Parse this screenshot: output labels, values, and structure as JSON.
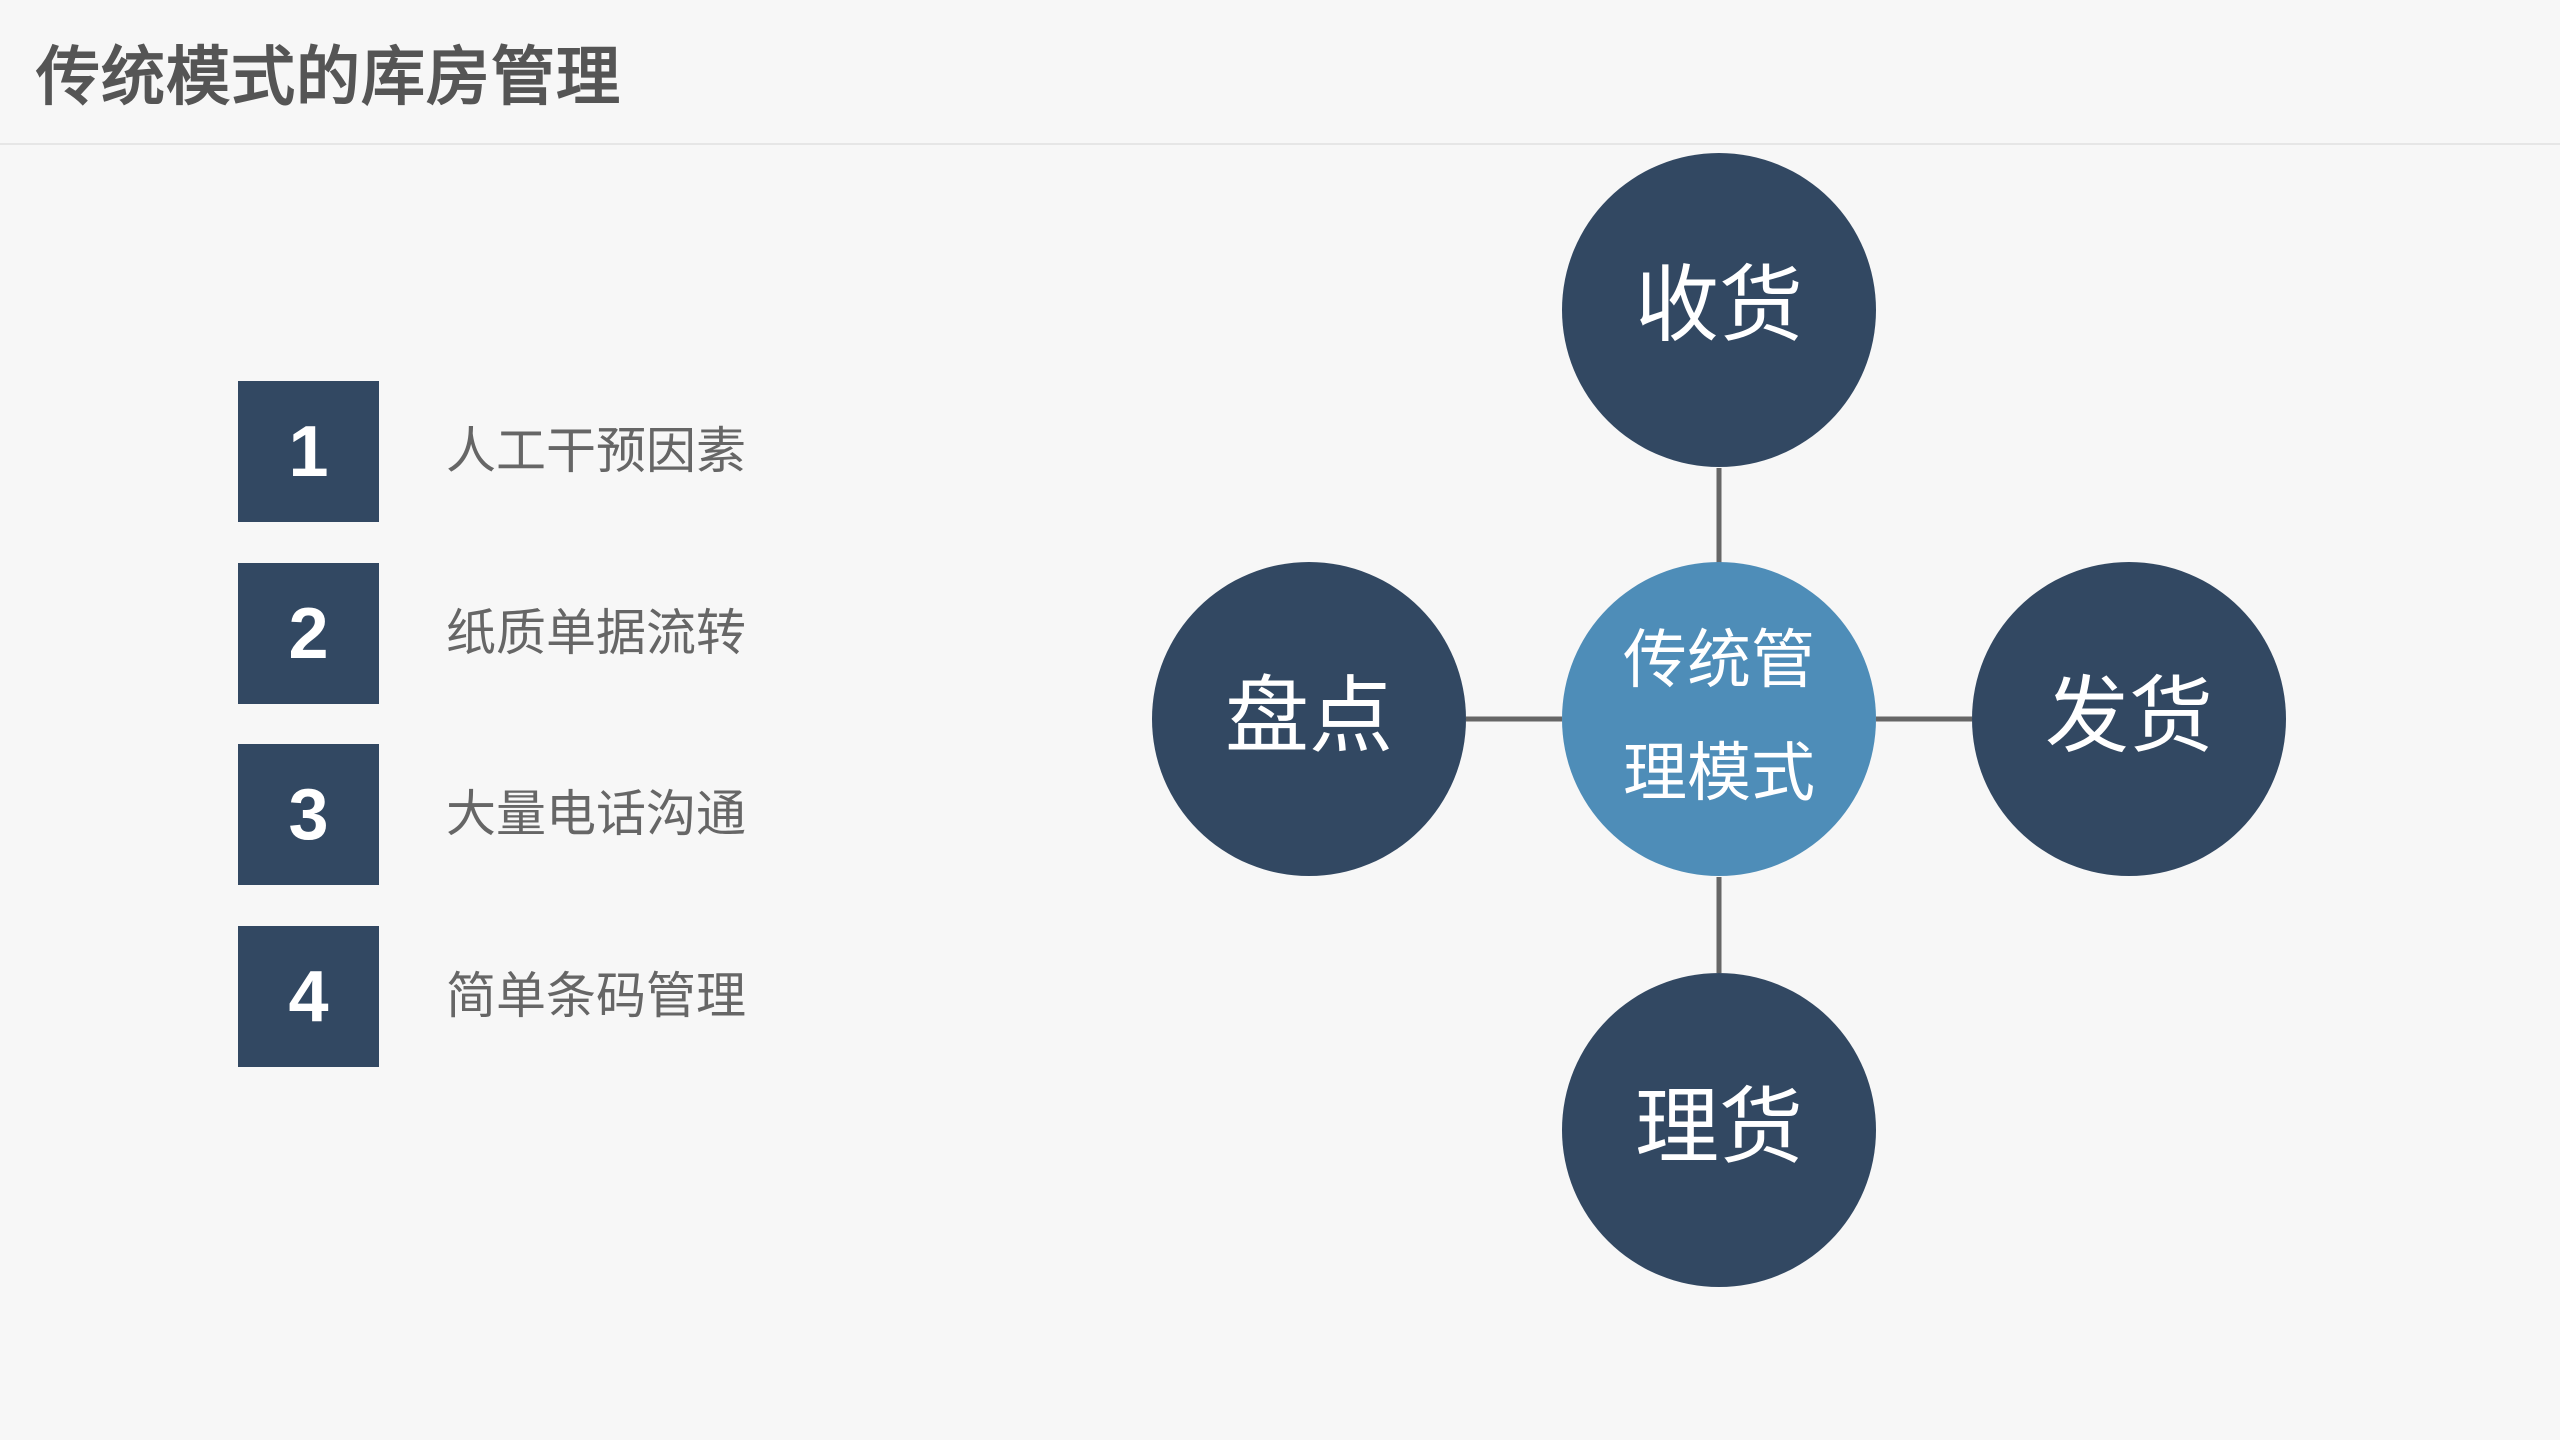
{
  "title": "传统模式的库房管理",
  "list": [
    {
      "number": "1",
      "label": "人工干预因素"
    },
    {
      "number": "2",
      "label": "纸质单据流转"
    },
    {
      "number": "3",
      "label": "大量电话沟通"
    },
    {
      "number": "4",
      "label": "简单条码管理"
    }
  ],
  "diagram": {
    "center": {
      "line1": "传统管",
      "line2": "理模式"
    },
    "top": "收货",
    "left": "盘点",
    "right": "发货",
    "bottom": "理货"
  },
  "colors": {
    "dark_node": "#324862",
    "center_node": "#4e8db8",
    "connector": "#666666",
    "number_box": "#324862",
    "title_text": "#555555",
    "label_text": "#666666"
  }
}
